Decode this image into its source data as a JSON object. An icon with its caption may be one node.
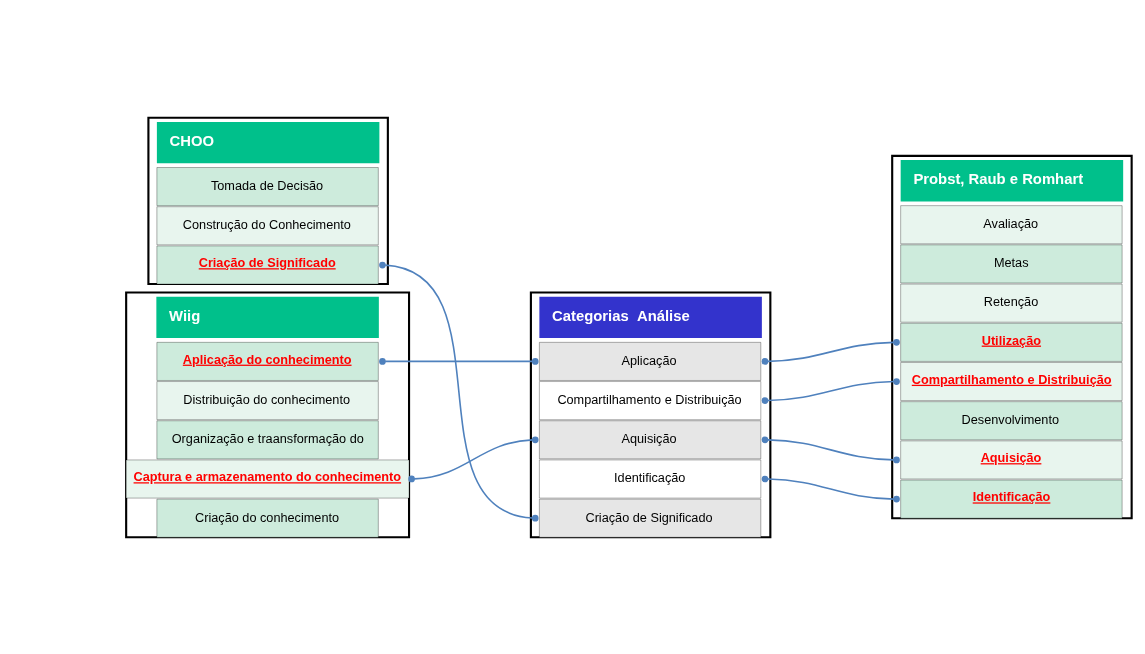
{
  "diagram": {
    "nodes": [
      {
        "text": [
          "CHOO"
        ]
      },
      {
        "text": [
          "Criação de Significado"
        ],
        "in": 0
      },
      {
        "text": [
          "Construção do Conhecimento"
        ],
        "in": 0
      },
      {
        "text": [
          "Tomada de Decisão"
        ],
        "in": 0
      },
      {
        "text": [
          "Wiig"
        ]
      },
      {
        "text": [
          "Criação do conhecimento"
        ],
        "in": 4
      },
      {
        "text": [
          "Captura e armazenamento do conhecimento"
        ],
        "in": 4
      },
      {
        "text": [
          "Organização e traansformação do"
        ],
        "in": 4
      },
      {
        "text": [
          "Distribuição do conhecimento"
        ],
        "in": 4
      },
      {
        "text": [
          "Aplicação do conhecimento"
        ],
        "in": 4
      },
      {
        "text": [
          "Categorias  Análise"
        ]
      },
      {
        "text": [
          "Criação de Significado"
        ],
        "in": 10
      },
      {
        "text": [
          "Identificação"
        ],
        "in": 10
      },
      {
        "text": [
          "Aquisição"
        ],
        "in": 10
      },
      {
        "text": [
          "Compartilhamento e Distribuição"
        ],
        "in": 10
      },
      {
        "text": [
          "Aplicação"
        ],
        "in": 10
      },
      {
        "text": [
          "Probst, Raub e Romhart"
        ]
      },
      {
        "text": [
          "Identificação"
        ],
        "in": 16
      },
      {
        "text": [
          "Aquisição"
        ],
        "in": 16
      },
      {
        "text": [
          "Desenvolvimento"
        ],
        "in": 16
      },
      {
        "text": [
          "Compartilhamento e Distribuição"
        ],
        "in": 16
      },
      {
        "text": [
          "Utilização"
        ],
        "in": 16
      },
      {
        "text": [
          "Retenção"
        ],
        "in": 16
      },
      {
        "text": [
          "Metas"
        ],
        "in": 16
      },
      {
        "text": [
          "Avaliação"
        ],
        "in": 16
      }
    ],
    "edges": [
      {
        "from": 1,
        "to": 11,
        "arrow": "other"
      },
      {
        "from": 6,
        "to": 13,
        "arrow": "other"
      },
      {
        "from": 9,
        "to": 15,
        "arrow": "other"
      },
      {
        "from": 12,
        "to": 17,
        "arrow": "other"
      },
      {
        "from": 13,
        "to": 18,
        "arrow": "other"
      },
      {
        "from": 14,
        "to": 20,
        "arrow": "other"
      },
      {
        "from": 15,
        "to": 21,
        "arrow": "other"
      }
    ]
  }
}
